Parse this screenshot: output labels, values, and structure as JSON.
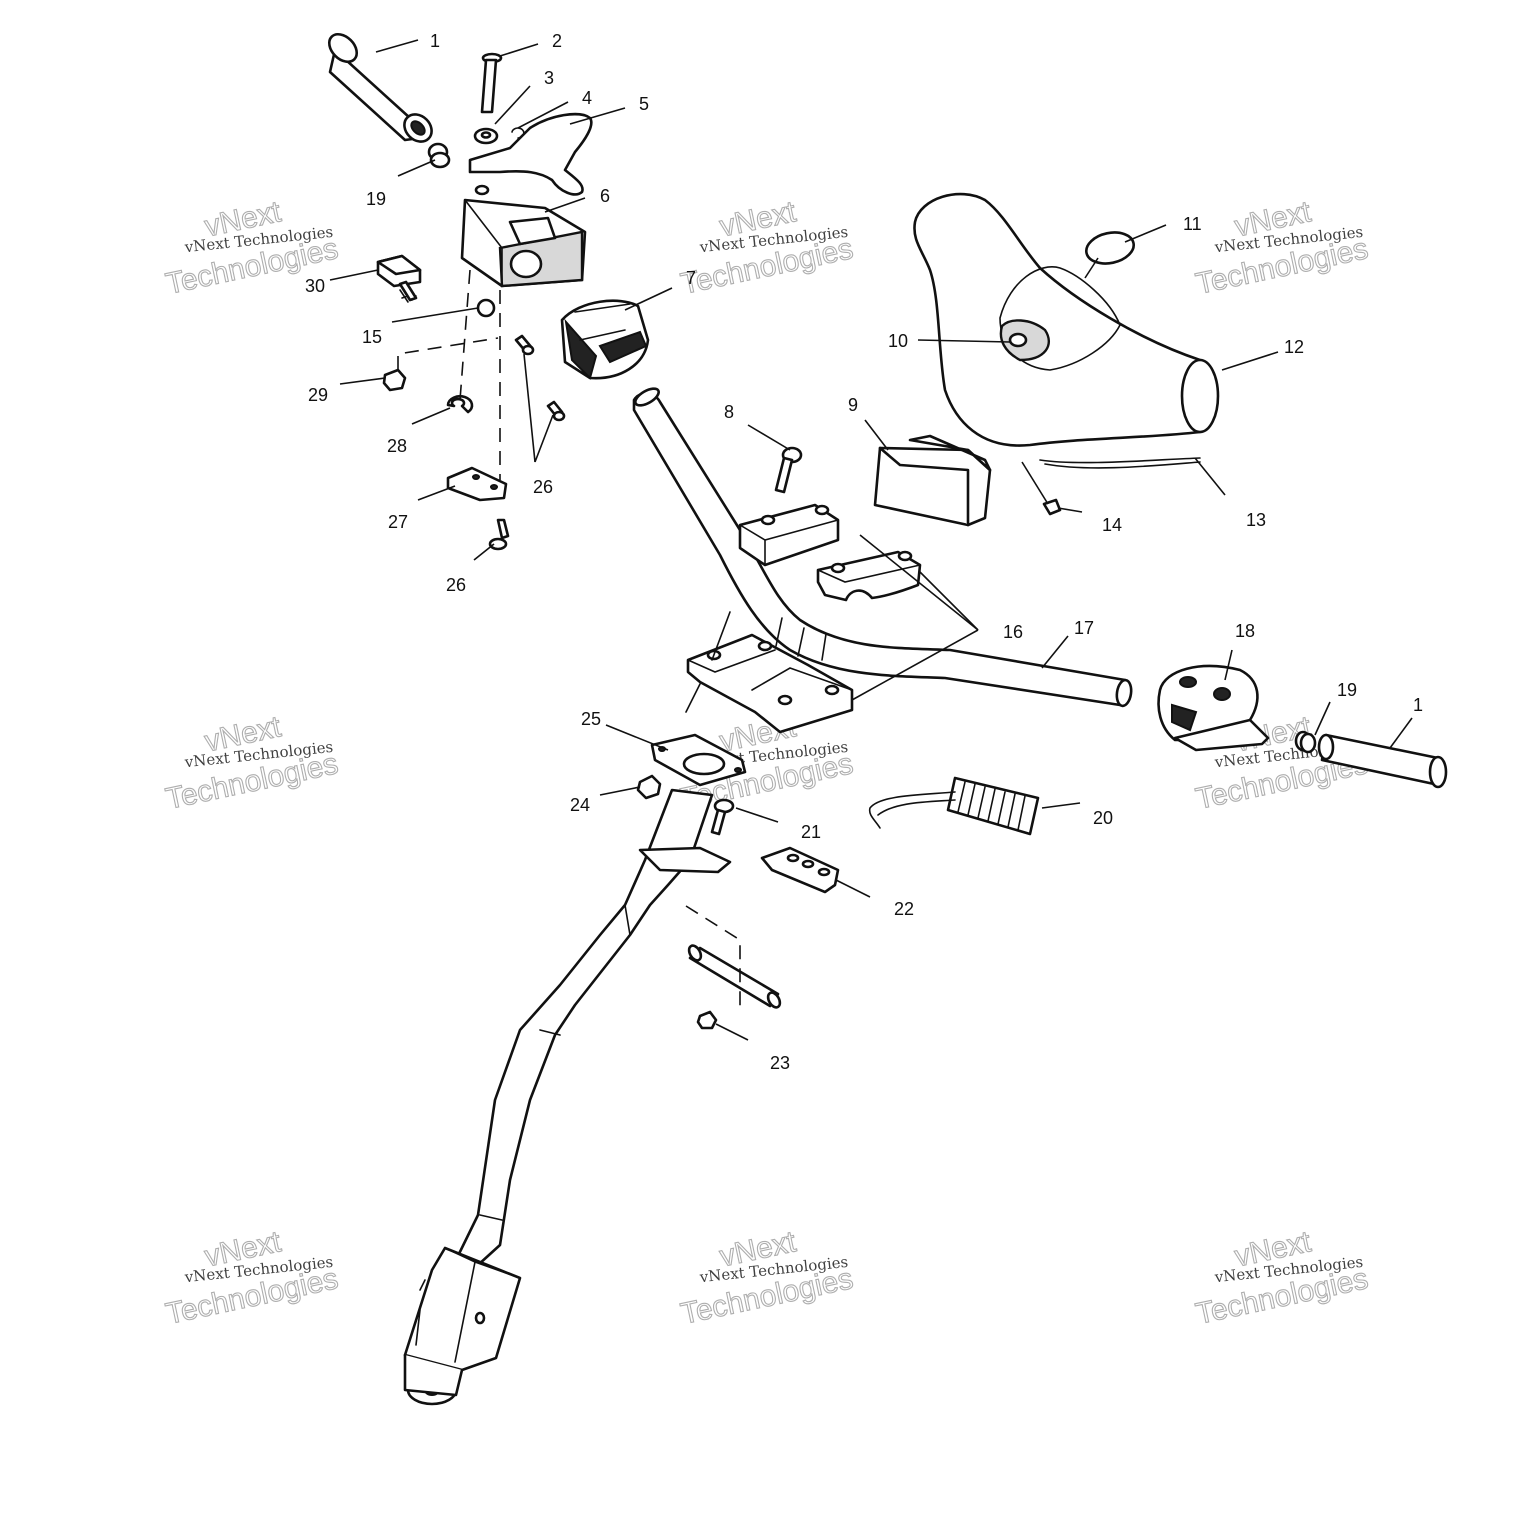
{
  "callouts": [
    {
      "id": "c1a",
      "label": "1"
    },
    {
      "id": "c2",
      "label": "2"
    },
    {
      "id": "c3",
      "label": "3"
    },
    {
      "id": "c4",
      "label": "4"
    },
    {
      "id": "c5",
      "label": "5"
    },
    {
      "id": "c6",
      "label": "6"
    },
    {
      "id": "c7",
      "label": "7"
    },
    {
      "id": "c8",
      "label": "8"
    },
    {
      "id": "c9",
      "label": "9"
    },
    {
      "id": "c10",
      "label": "10"
    },
    {
      "id": "c11",
      "label": "11"
    },
    {
      "id": "c12",
      "label": "12"
    },
    {
      "id": "c13",
      "label": "13"
    },
    {
      "id": "c14",
      "label": "14"
    },
    {
      "id": "c15",
      "label": "15"
    },
    {
      "id": "c16",
      "label": "16"
    },
    {
      "id": "c17",
      "label": "17"
    },
    {
      "id": "c18",
      "label": "18"
    },
    {
      "id": "c19a",
      "label": "19"
    },
    {
      "id": "c19b",
      "label": "19"
    },
    {
      "id": "c1b",
      "label": "1"
    },
    {
      "id": "c20",
      "label": "20"
    },
    {
      "id": "c21",
      "label": "21"
    },
    {
      "id": "c22",
      "label": "22"
    },
    {
      "id": "c23",
      "label": "23"
    },
    {
      "id": "c24",
      "label": "24"
    },
    {
      "id": "c25",
      "label": "25"
    },
    {
      "id": "c26a",
      "label": "26"
    },
    {
      "id": "c26b",
      "label": "26"
    },
    {
      "id": "c27",
      "label": "27"
    },
    {
      "id": "c28",
      "label": "28"
    },
    {
      "id": "c29",
      "label": "29"
    },
    {
      "id": "c30",
      "label": "30"
    }
  ],
  "watermark": {
    "small": "vNext Technologies",
    "large_top": "vNext",
    "large_bottom": "Technologies"
  }
}
